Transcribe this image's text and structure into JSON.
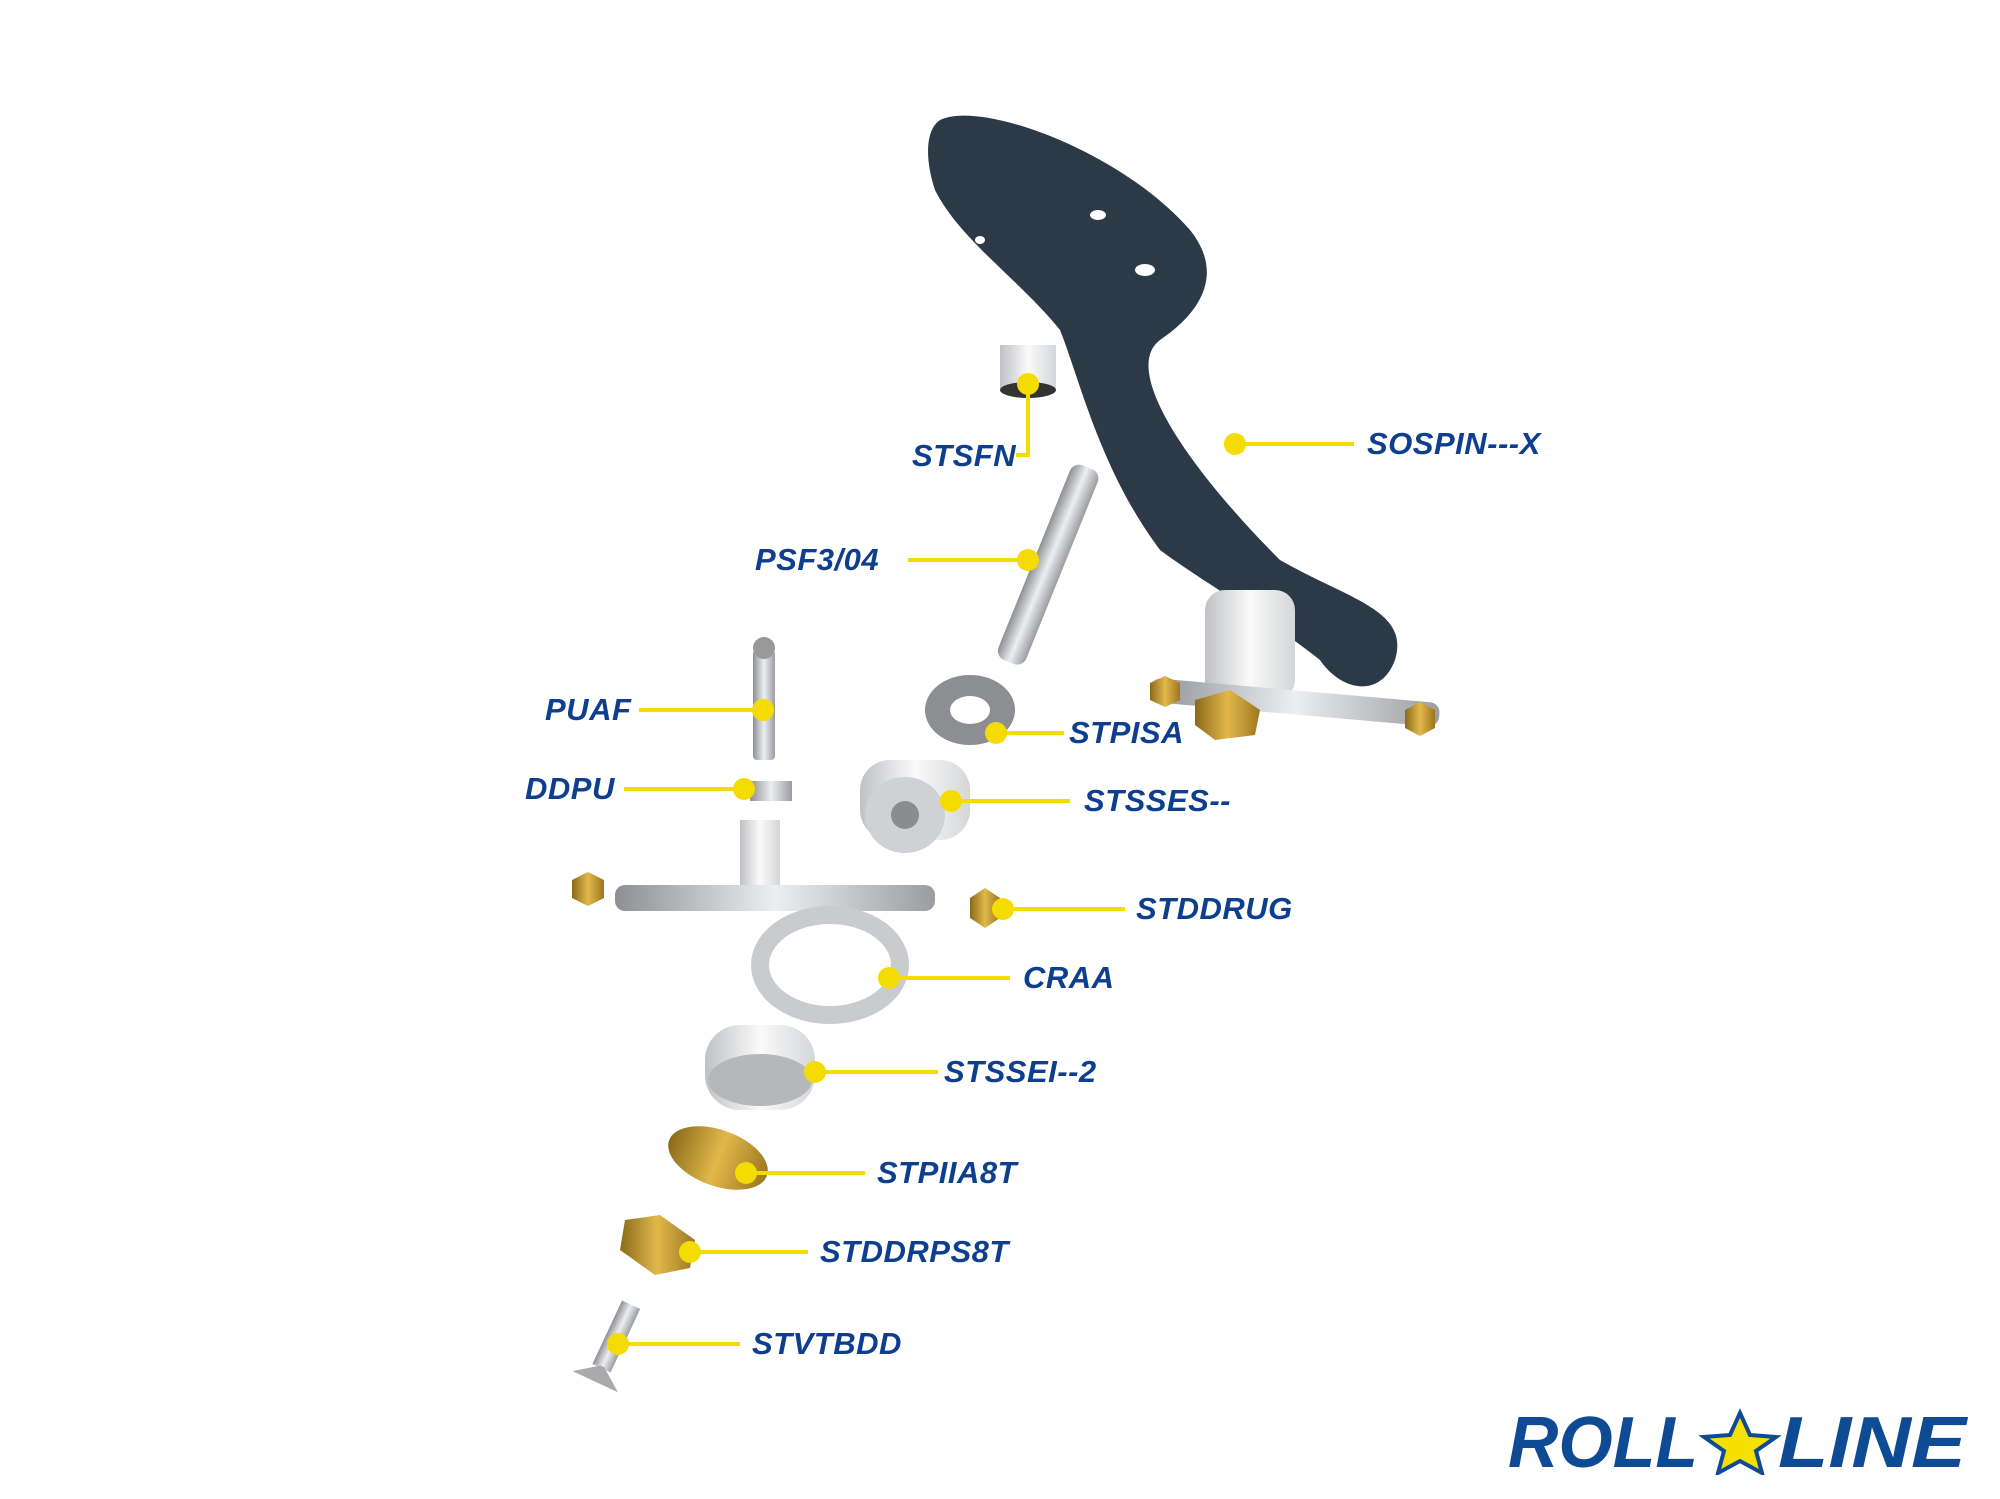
{
  "diagram": {
    "labels": {
      "stsfn": "STSFN",
      "sospin": "SOSPIN---X",
      "psf": "PSF3/04",
      "puaf": "PUAF",
      "ddpu": "DDPU",
      "stpisa": "STPISA",
      "stsses": "STSSES--",
      "stddrug": "STDDRUG",
      "craa": "CRAA",
      "stssei": "STSSEI--2",
      "stpiia": "STPIIA8T",
      "stddrps": "STDDRPS8T",
      "stvtbdd": "STVTBDD"
    }
  },
  "brand": {
    "logo_text": "ROLL LINE",
    "label_color": "#0e3f8e",
    "leader_color": "#f5dc00"
  }
}
